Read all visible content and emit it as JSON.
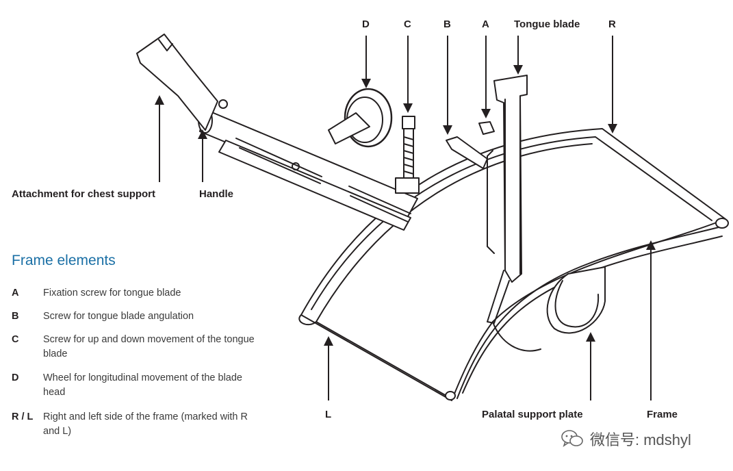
{
  "callouts": {
    "d": "D",
    "c": "C",
    "b": "B",
    "a": "A",
    "tongue_blade": "Tongue blade",
    "r": "R",
    "attachment": "Attachment for chest support",
    "handle": "Handle",
    "l": "L",
    "palatal": "Palatal support plate",
    "frame": "Frame"
  },
  "legend": {
    "title": "Frame elements",
    "items": [
      {
        "key": "A",
        "text": "Fixation screw for tongue blade"
      },
      {
        "key": "B",
        "text": "Screw for tongue blade angulation"
      },
      {
        "key": "C",
        "text": "Screw for up and down movement of the tongue blade"
      },
      {
        "key": "D",
        "text": "Wheel for longitudinal movement of the blade head"
      },
      {
        "key": "R / L",
        "text": "Right and left side of the frame (marked with R and L)"
      }
    ]
  },
  "watermark": {
    "text": "微信号: mdshyl",
    "icon": "wechat-icon"
  },
  "colors": {
    "title_blue": "#1a6fa5",
    "ink": "#231f20"
  }
}
